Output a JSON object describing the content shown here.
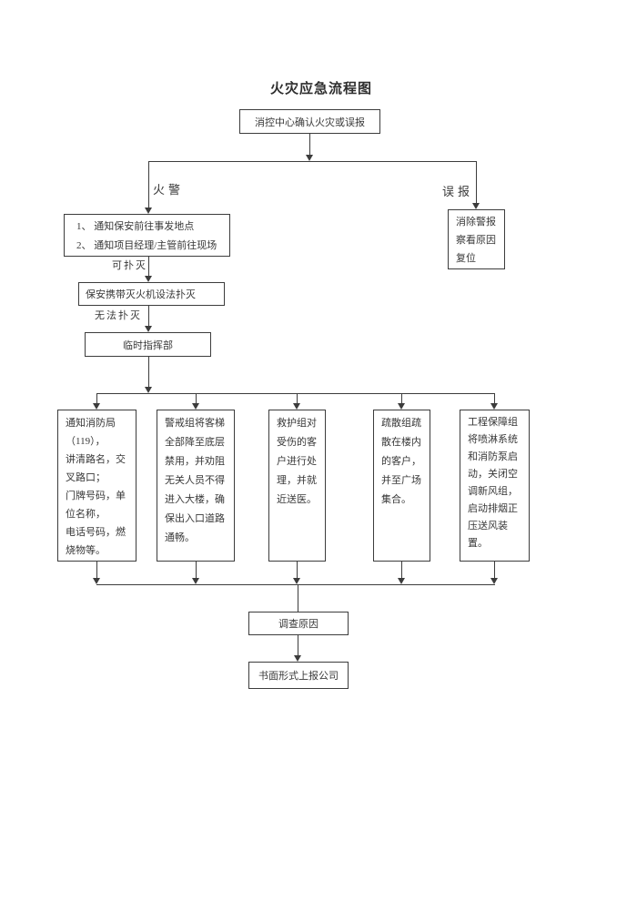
{
  "page": {
    "title": "火灾应急流程图"
  },
  "flowchart": {
    "start_box": "消控中心确认火灾或误报",
    "fire_branch_label": "火警",
    "false_alarm_branch_label": "误报",
    "false_alarm_box": "消除警报\n察看原因\n复位",
    "notify_box": "1、 通知保安前往事发地点\n2、 通知项目经理/主管前往现场",
    "can_extinguish_label": "可扑灭",
    "extinguish_box": "保安携带灭火机设法扑灭",
    "cannot_extinguish_label": "无法扑灭",
    "command_box": "临时指挥部",
    "task_boxes": [
      {
        "text": "通知消防局\n（119），\n讲清路名，交\n叉路口；\n门牌号码，单\n位名称，\n电话号码，燃\n烧物等。"
      },
      {
        "text": "警戒组将客梯\n全部降至底层\n禁用，并劝阻\n无关人员不得\n进入大楼，确\n保出入口道路\n通畅。"
      },
      {
        "text": "救护组对\n受伤的客\n户进行处\n理，并就\n近送医。"
      },
      {
        "text": "疏散组疏\n散在楼内\n的客户，\n并至广场\n集合。"
      },
      {
        "text": "工程保障组\n将喷淋系统\n和消防泵启\n动，关闭空\n调新风组，\n启动排烟正\n压送风装\n置。"
      }
    ],
    "investigate_box": "调查原因",
    "report_box": "书面形式上报公司"
  }
}
